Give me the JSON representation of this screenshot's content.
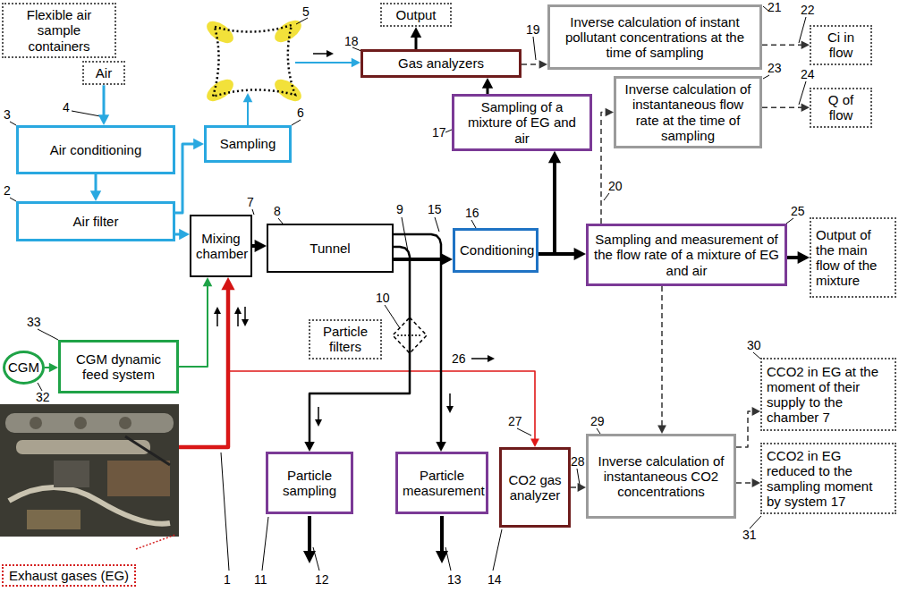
{
  "diagram": {
    "nodes": [
      {
        "text": [
          "Flexible air sample containers"
        ]
      },
      {
        "text": [
          "Air"
        ]
      },
      {
        "text": [
          "Output"
        ]
      },
      {
        "text": [
          "Gas analyzers"
        ]
      },
      {
        "text": [
          "Inverse calculation of instant pollutant concentrations at the time of sampling"
        ]
      },
      {
        "text": [
          "Ci in flow"
        ]
      },
      {
        "text": [
          "Sampling of a mixture of EG and air"
        ]
      },
      {
        "text": [
          "Inverse calculation of instantaneous flow rate at the time of sampling"
        ]
      },
      {
        "text": [
          "Q of flow"
        ]
      },
      {
        "text": [
          "Air conditioning"
        ]
      },
      {
        "text": [
          "Sampling"
        ]
      },
      {
        "text": [
          "Air filter"
        ]
      },
      {
        "text": [
          "Mixing chamber"
        ]
      },
      {
        "text": [
          "Tunnel"
        ]
      },
      {
        "text": [
          "Conditioning"
        ]
      },
      {
        "text": [
          "Sampling and measurement of the flow rate of a mixture of EG and air"
        ]
      },
      {
        "text": [
          "Output of the main flow of the mixture"
        ]
      },
      {
        "text": [
          "Particle filters"
        ]
      },
      {
        "text": [
          "CGM"
        ]
      },
      {
        "text": [
          "CGM dynamic feed system"
        ]
      },
      {
        "text": [
          "CCO2 in EG at the moment of their supply to the chamber 7"
        ]
      },
      {
        "text": [
          "Exhaust gases (EG)"
        ]
      },
      {
        "text": [
          "Particle sampling"
        ]
      },
      {
        "text": [
          "Particle measurement"
        ]
      },
      {
        "text": [
          "CO2 gas analyzer"
        ]
      },
      {
        "text": [
          "Inverse calculation of instantaneous CO2 concentrations"
        ]
      },
      {
        "text": [
          "CCO2 in EG reduced to the sampling moment by system 17"
        ]
      }
    ],
    "edges": [
      {
        "from": 1,
        "to": 9,
        "arrow": "to"
      },
      {
        "from": 9,
        "to": 11,
        "arrow": "to"
      },
      {
        "from": 11,
        "to": 12,
        "arrow": "to"
      },
      {
        "from": 11,
        "to": 10,
        "arrow": "to"
      },
      {
        "from": 10,
        "to": 3,
        "arrow": "to"
      },
      {
        "from": 3,
        "to": 2,
        "arrow": "to"
      },
      {
        "from": 6,
        "to": 3,
        "arrow": "to"
      },
      {
        "from": 3,
        "to": 4,
        "arrow": "to"
      },
      {
        "from": 4,
        "to": 5,
        "arrow": "to"
      },
      {
        "from": 18,
        "to": 19,
        "arrow": "to"
      },
      {
        "from": 19,
        "to": 12,
        "arrow": "to"
      },
      {
        "from": 21,
        "to": 12,
        "arrow": "to"
      },
      {
        "from": 21,
        "to": 24,
        "arrow": "to"
      },
      {
        "from": 12,
        "to": 13,
        "arrow": "to"
      },
      {
        "from": 13,
        "to": 22,
        "arrow": "to"
      },
      {
        "from": 13,
        "to": 23,
        "arrow": "to"
      },
      {
        "from": 13,
        "to": 14,
        "arrow": "to"
      },
      {
        "from": 14,
        "to": 6,
        "arrow": "to"
      },
      {
        "from": 14,
        "to": 15,
        "arrow": "to"
      },
      {
        "from": 15,
        "to": 7,
        "arrow": "to"
      },
      {
        "from": 7,
        "to": 8,
        "arrow": "to"
      },
      {
        "from": 15,
        "to": 16,
        "arrow": "to"
      },
      {
        "from": 15,
        "to": 25,
        "arrow": "to"
      },
      {
        "from": 24,
        "to": 25,
        "arrow": "to"
      },
      {
        "from": 25,
        "to": 20,
        "arrow": "to"
      },
      {
        "from": 25,
        "to": 26,
        "arrow": "to"
      }
    ],
    "labels": [
      "1",
      "2",
      "3",
      "4",
      "5",
      "6",
      "7",
      "8",
      "9",
      "10",
      "11",
      "12",
      "13",
      "14",
      "15",
      "16",
      "17",
      "18",
      "19",
      "20",
      "21",
      "22",
      "23",
      "24",
      "25",
      "26",
      "27",
      "28",
      "29",
      "30",
      "31",
      "32",
      "33"
    ]
  }
}
